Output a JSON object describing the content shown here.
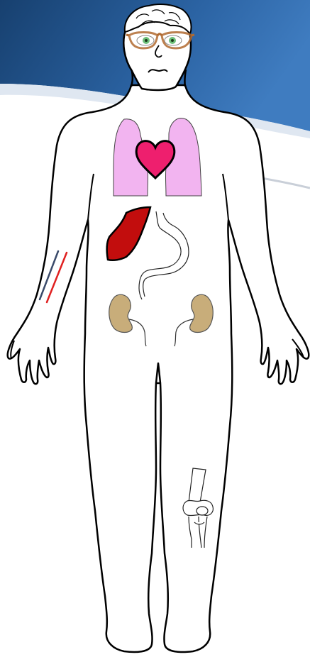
{
  "diagram": {
    "figure": "human-body-outline",
    "organs": [
      "heart",
      "lungs",
      "liver",
      "stomach",
      "kidneys",
      "blood-vessels",
      "knee-joint",
      "eyes"
    ],
    "colors": {
      "background_blue": "#1f4f8f",
      "background_light": "#c8d6e8",
      "outline": "#000000",
      "skin": "#ffffff",
      "heart": "#ee1f6e",
      "lungs": "#f2b4f0",
      "liver": "#c20d0d",
      "kidneys": "#c8ad7a",
      "artery": "#e02020",
      "vein": "#3a4a6a",
      "glasses_frame": "#b06a30",
      "eye_iris": "#6ec07a"
    }
  }
}
